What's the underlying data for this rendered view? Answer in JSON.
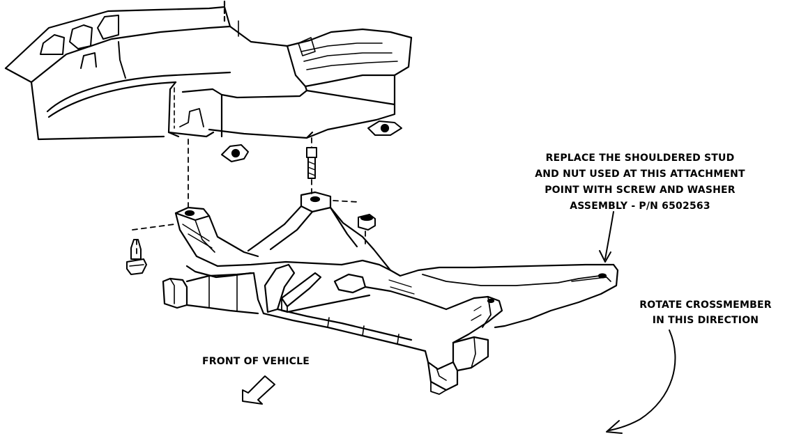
{
  "labels": {
    "replace_note": [
      "REPLACE THE SHOULDERED STUD",
      "AND NUT USED AT THIS ATTACHMENT",
      "POINT WITH SCREW AND WASHER",
      "ASSEMBLY - P/N 6502563"
    ],
    "rotate_note": [
      "ROTATE CROSSMEMBER",
      "IN THIS DIRECTION"
    ],
    "front_note": "FRONT OF VEHICLE"
  },
  "colors": {
    "ink": "#000000",
    "paper": "#ffffff"
  }
}
